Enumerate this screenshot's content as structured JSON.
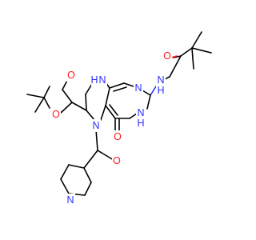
{
  "diagram": {
    "type": "chemical-structure",
    "colors": {
      "carbon": "#000000",
      "nitrogen": "#2d2dff",
      "oxygen": "#ff1a1a",
      "background": "#ffffff"
    },
    "atom_labels": {
      "o_ketone_top": "O",
      "nh_amide": "N",
      "nh_amide_h": "H",
      "n_ring_right": "N",
      "nh_ring_left": "N",
      "nh_ring_left_h": "H",
      "n_ring_lower": "N",
      "n_ring_lower_h": "H",
      "o_carbonyl_ring": "O",
      "n_ring_5": "N",
      "o_dioxolane_1": "O",
      "o_dioxolane_2": "O",
      "o_nicotinoyl": "O",
      "n_pyridine": "N"
    }
  }
}
